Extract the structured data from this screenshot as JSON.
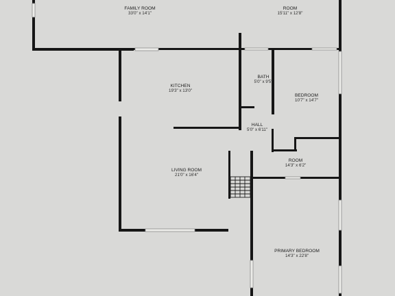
{
  "rooms": {
    "family_room": {
      "name": "FAMILY ROOM",
      "size": "33'0\" x 14'1\""
    },
    "room_upper": {
      "name": "ROOM",
      "size": "15'11\" x 12'8\""
    },
    "kitchen": {
      "name": "KITCHEN",
      "size": "19'3\" x 13'0\""
    },
    "bath": {
      "name": "BATH",
      "size": "5'0\" x 9'5\""
    },
    "bedroom": {
      "name": "BEDROOM",
      "size": "10'7\" x 14'7\""
    },
    "hall": {
      "name": "HALL",
      "size": "5'0\" x 6'11\""
    },
    "room_small": {
      "name": "ROOM",
      "size": "14'3\" x 6'2\""
    },
    "living_room": {
      "name": "LIVING ROOM",
      "size": "21'0\" x 16'4\""
    },
    "primary_bedroom": {
      "name": "PRIMARY BEDROOM",
      "size": "14'3\" x 22'8\""
    }
  },
  "colors": {
    "paper": "#d9d9d7",
    "wall": "#161616",
    "window": "#ecece9"
  }
}
